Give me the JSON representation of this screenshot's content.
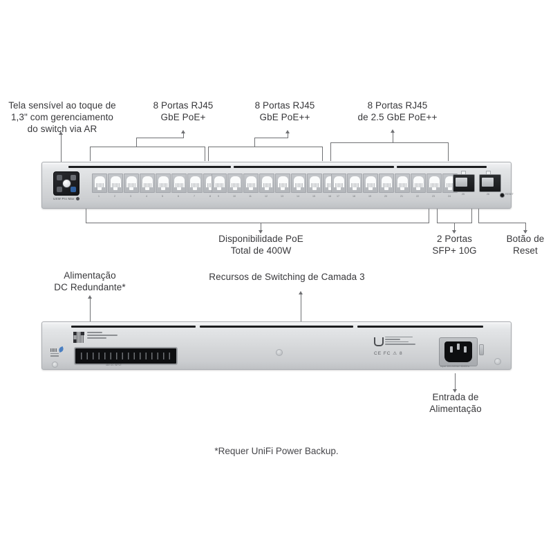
{
  "diagram": {
    "title_hidden": "",
    "footnote": "*Requer UniFi Power Backup."
  },
  "callouts": {
    "top_left": "Tela sensível ao toque de\n1,3\" com gerenciamento\ndo switch via AR",
    "ports_group_1": "8 Portas RJ45\nGbE PoE+",
    "ports_group_2": "8 Portas RJ45\nGbE PoE++",
    "ports_group_3": "8 Portas RJ45\nde 2.5 GbE PoE++",
    "poe_budget": "Disponibilidade PoE\nTotal de 400W",
    "sfp": "2 Portas\nSFP+ 10G",
    "reset": "Botão de\nReset",
    "dc_power": "Alimentação\nDC Redundante*",
    "layer3": "Recursos de Switching de Camada 3",
    "power_inlet": "Entrada de\nAlimentação"
  },
  "front_panel": {
    "brand": "USW Pro Max",
    "screen_icons": [
      "display-icon",
      "lock-icon",
      "info-icon",
      "network-icon"
    ],
    "port_labels_group1": [
      "1",
      "2",
      "3",
      "4",
      "5",
      "6",
      "7",
      "8"
    ],
    "port_labels_group2": [
      "9",
      "10",
      "11",
      "12",
      "13",
      "14",
      "15",
      "16"
    ],
    "port_labels_group3": [
      "17",
      "18",
      "19",
      "20",
      "21",
      "22",
      "23",
      "24"
    ],
    "sfp_labels": [
      "25",
      "26"
    ],
    "reset_label": "RESET"
  },
  "rear_panel": {
    "dc_label": "48V DC INPUT",
    "brand_mark": "U",
    "cert_marks": "CE FC ⚠ 8",
    "power_label": "Input: 100-240VAC 50/60Hz"
  },
  "colors": {
    "line": "#6f7073",
    "text": "#37373a",
    "chassis_light": "#f2f3f4",
    "chassis_dark": "#bfc2c5",
    "accent_blue": "#2f5f9e"
  }
}
